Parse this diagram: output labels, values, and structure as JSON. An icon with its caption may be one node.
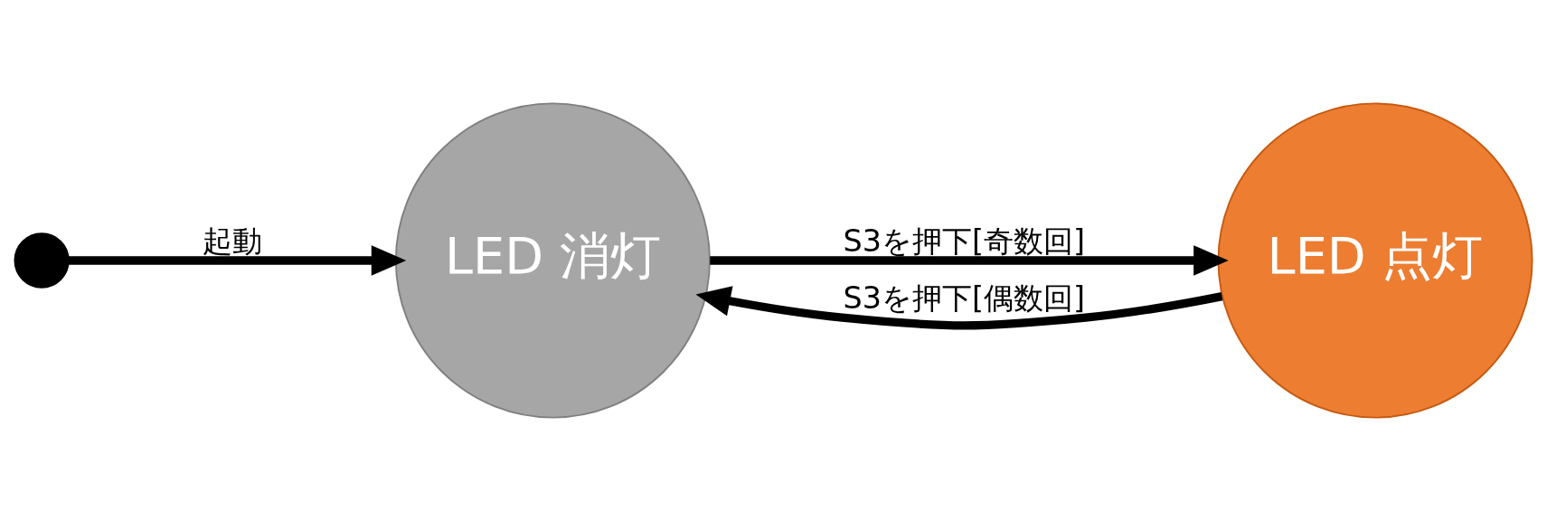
{
  "diagram": {
    "nodes": [
      {
        "text": [],
        "shape": "circle"
      },
      {
        "text": [
          "LED 消灯"
        ]
      },
      {
        "text": [
          "LED 点灯"
        ]
      }
    ],
    "edges": [
      {
        "from": 0,
        "to": 1,
        "arrow": "to",
        "label": "起動"
      },
      {
        "from": 1,
        "to": 2,
        "arrow": "to",
        "label": "S3を押下[奇数回]"
      },
      {
        "from": 2,
        "to": 1,
        "arrow": "to",
        "label": "S3を押下[偶数回]"
      }
    ]
  }
}
